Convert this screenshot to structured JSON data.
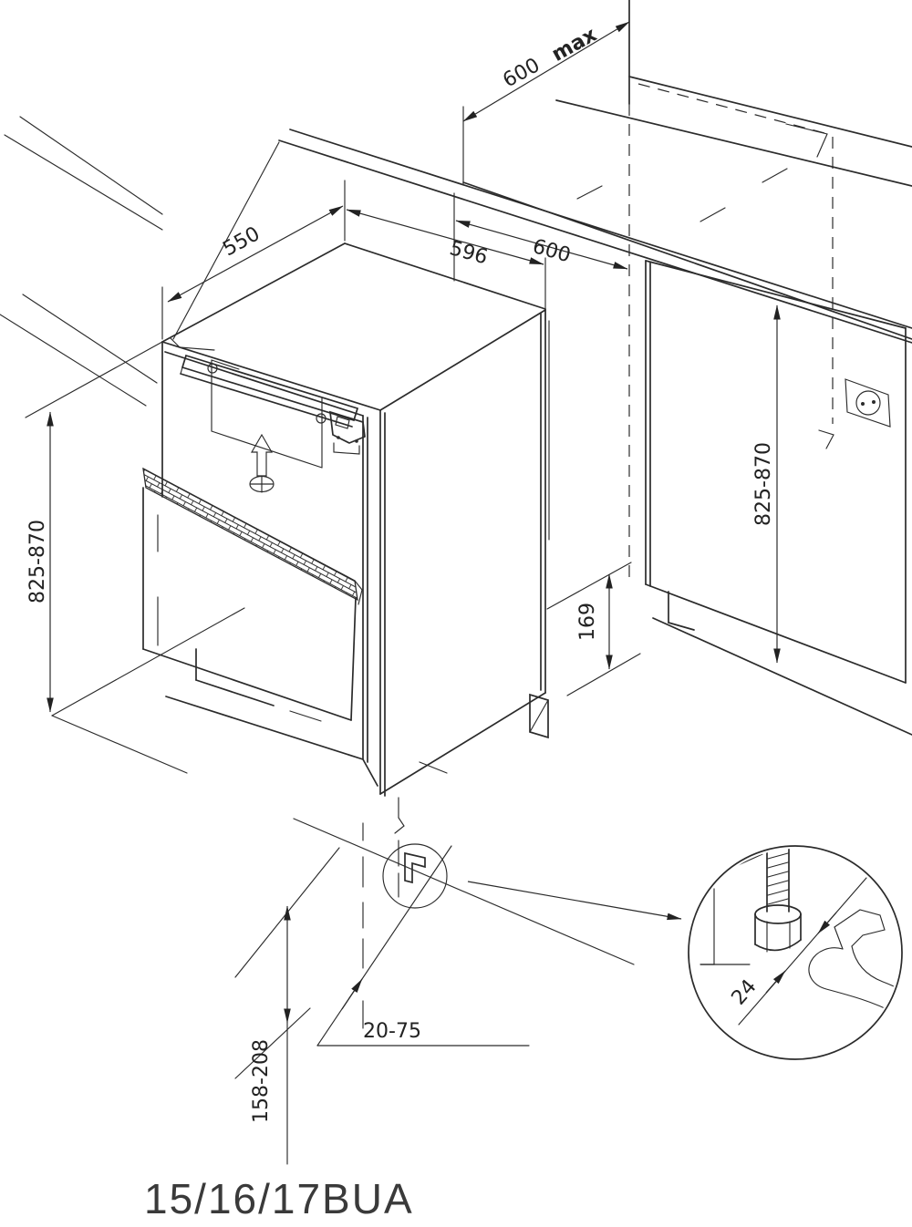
{
  "page": {
    "background": "#ffffff",
    "line_color": "#2b2b2b",
    "description": "Built-under appliance installation drawing"
  },
  "model_label": "15/16/17BUA",
  "dimensions": {
    "counter_depth_value": "600",
    "counter_depth_suffix": "max",
    "cabinet_depth": "550",
    "cabinet_width": "596",
    "niche_width": "600",
    "height_left": "825-870",
    "height_right": "825-870",
    "rear_recess_height": "169",
    "foot_height_range": "158-208",
    "plinth_recess_range": "20-75",
    "spanner_size": "24"
  },
  "icons": {
    "socket": "power-socket",
    "wrench": "open-end-wrench",
    "screw": "fixing-screw",
    "foot": "adjustable-foot"
  }
}
